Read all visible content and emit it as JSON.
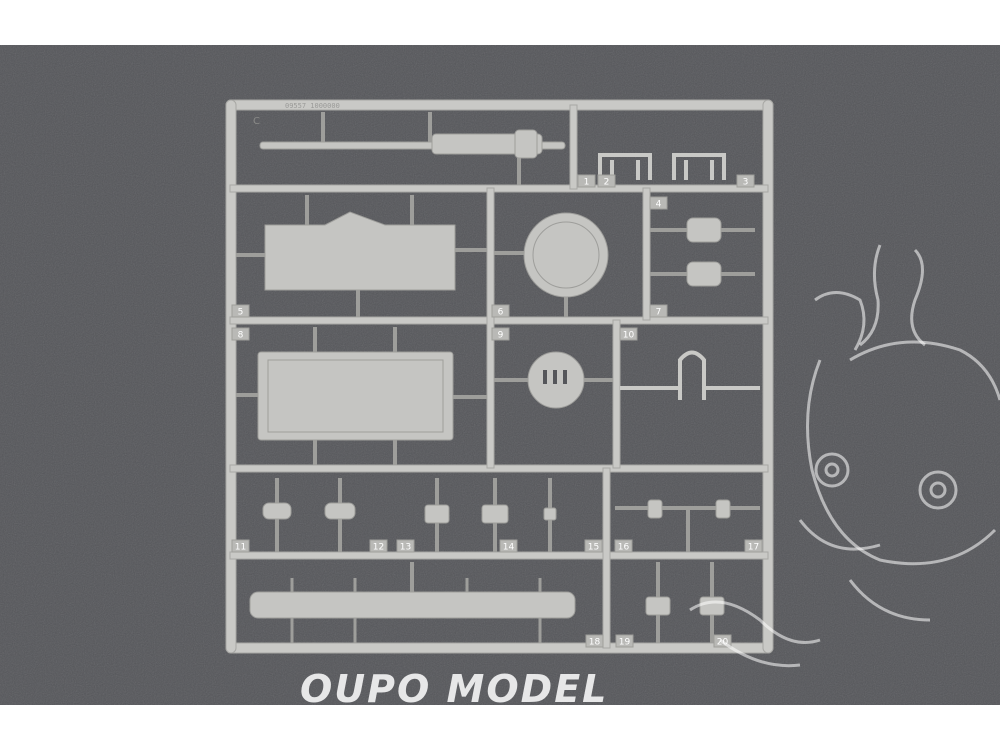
{
  "sprue": {
    "gate_letter": "C",
    "part_code": "09557 1000000"
  },
  "part_numbers": [
    "1",
    "2",
    "3",
    "4",
    "5",
    "6",
    "7",
    "8",
    "9",
    "10",
    "11",
    "12",
    "13",
    "14",
    "15",
    "16",
    "17",
    "18",
    "19",
    "20"
  ],
  "watermark": {
    "text": "OUPO MODEL"
  },
  "colors": {
    "background": "#55565a",
    "plastic": "#c9c9c6",
    "plastic_shadow": "#a7a7a4",
    "watermark": "#ffffff"
  }
}
